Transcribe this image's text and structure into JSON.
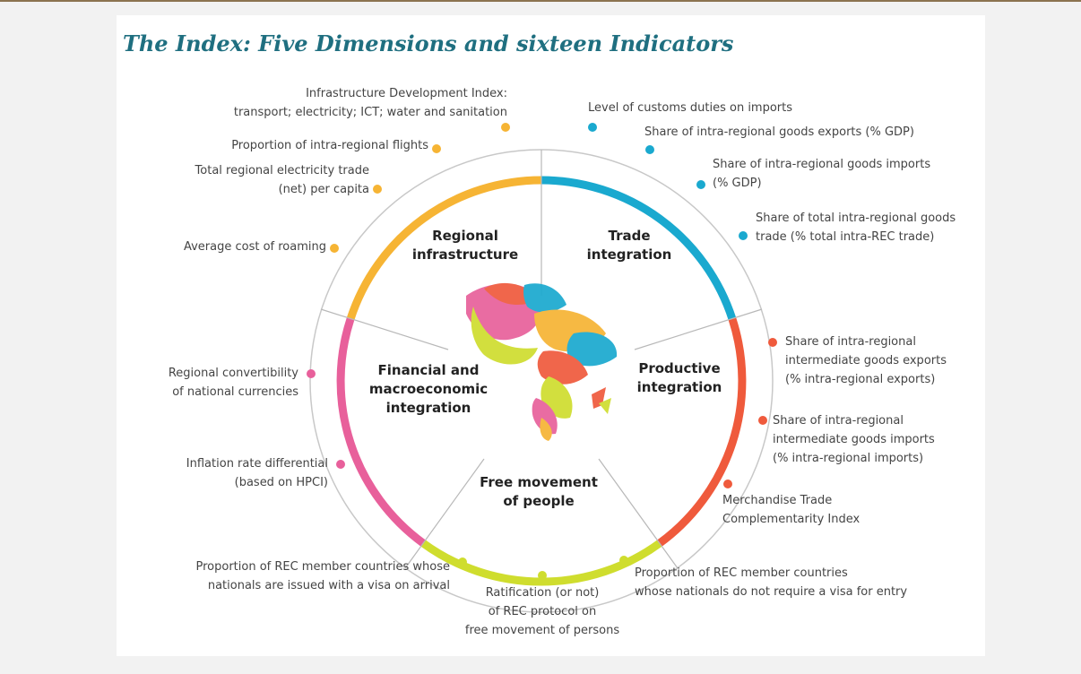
{
  "title": "The Index: Five Dimensions and sixteen Indicators",
  "colors": {
    "trade": "#1aa9cf",
    "productive": "#ef5a3c",
    "people": "#cfdd2e",
    "financial": "#e8609b",
    "infrastructure": "#f6b434",
    "separator": "#b8b8b8",
    "title": "#1f6f80"
  },
  "dimensions": {
    "regional_infrastructure": "Regional\ninfrastructure",
    "trade_integration": "Trade\nintegration",
    "productive_integration": "Productive\nintegration",
    "free_movement": "Free movement\nof people",
    "financial": "Financial and\nmacroeconomic\nintegration"
  },
  "indicators": {
    "infrastructure": [
      "Infrastructure Development Index:\ntransport; electricity; ICT; water and sanitation",
      "Proportion of intra-regional flights",
      "Total regional electricity trade\n(net) per capita",
      "Average cost of roaming"
    ],
    "trade": [
      "Level of customs duties on imports",
      "Share of intra-regional goods exports (% GDP)",
      "Share of intra-regional goods imports\n(% GDP)",
      "Share of total intra-regional goods\ntrade (% total intra-REC trade)"
    ],
    "productive": [
      "Share of intra-regional\nintermediate goods exports\n(% intra-regional exports)",
      "Share of intra-regional\nintermediate goods imports\n(% intra-regional imports)",
      "Merchandise Trade\nComplementarity Index"
    ],
    "people": [
      "Proportion of REC member countries\nwhose nationals do not require a visa for entry",
      "Ratification (or not)\nof REC protocol on\nfree movement of persons",
      "Proportion of REC member countries whose\nnationals are issued with a visa on arrival"
    ],
    "financial": [
      "Regional convertibility\nof national currencies",
      "Inflation rate differential\n(based on HPCI)"
    ]
  }
}
